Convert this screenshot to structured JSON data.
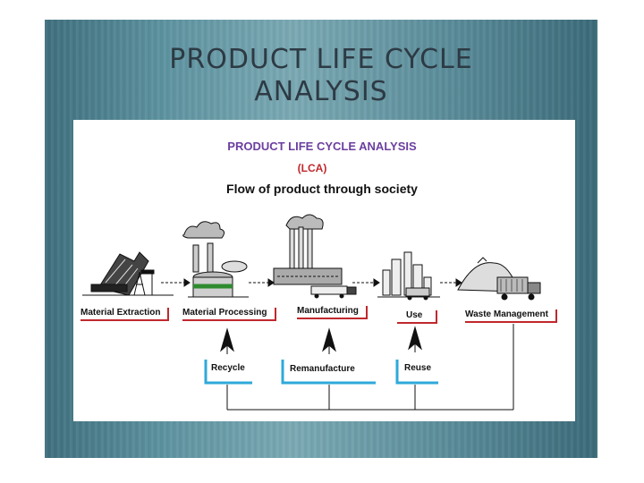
{
  "slide": {
    "title_line1": "PRODUCT LIFE CYCLE",
    "title_line2": "ANALYSIS"
  },
  "diagram": {
    "heading": "PRODUCT LIFE CYCLE ANALYSIS",
    "subheading": "(LCA)",
    "caption": "Flow of product through society",
    "stages": [
      "Material Extraction",
      "Material Processing",
      "Manufacturing",
      "Use",
      "Waste Management"
    ],
    "feedback": [
      "Recycle",
      "Remanufacture",
      "Reuse"
    ]
  },
  "colors": {
    "heading": "#6b3fa0",
    "subheading": "#c0282d",
    "stage_underline": "#c0282d",
    "feedback_underline": "#2fa9d9",
    "slide_bg": "#5d93a0"
  },
  "icons": [
    "mining-rig-icon",
    "processing-plant-icon",
    "factory-icon",
    "city-icon",
    "garbage-truck-icon"
  ]
}
